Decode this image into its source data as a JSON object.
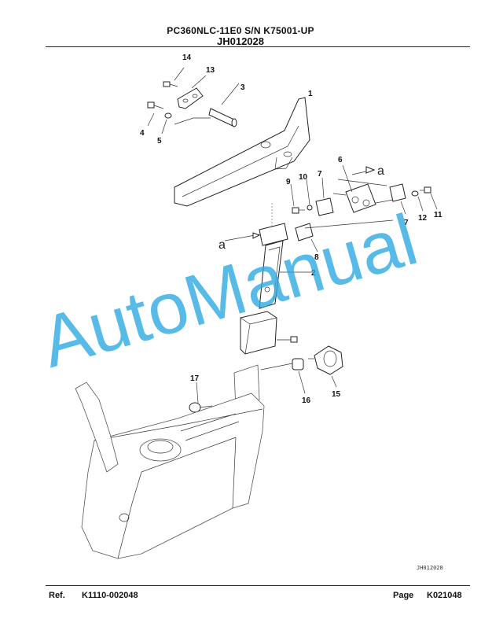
{
  "header": {
    "model_line": "PC360NLC-11E0 S/N K75001-UP",
    "figure_id": "JH012028"
  },
  "footer": {
    "ref_label": "Ref.",
    "ref_value": "K1110-002048",
    "page_label": "Page",
    "page_value": "K021048"
  },
  "drawing": {
    "callouts": [
      "14",
      "13",
      "3",
      "1",
      "4",
      "5",
      "6",
      "9",
      "10",
      "7",
      "12",
      "11",
      "7",
      "8",
      "2",
      "17",
      "16",
      "15"
    ],
    "view_markers": [
      "a",
      "a"
    ],
    "reference_code": "JH012028"
  },
  "watermark": {
    "text": "AutoManual",
    "color": "#29a8e0"
  }
}
